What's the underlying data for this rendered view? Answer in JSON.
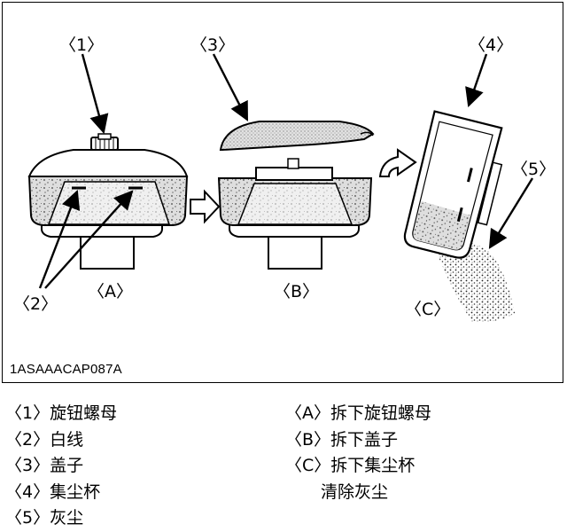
{
  "figure": {
    "code": "1ASAAACAP087A",
    "callouts": {
      "c1": "〈1〉",
      "c2": "〈2〉",
      "c3": "〈3〉",
      "c4": "〈4〉",
      "c5": "〈5〉"
    },
    "panels": {
      "a": "〈A〉",
      "b": "〈B〉",
      "c": "〈C〉"
    }
  },
  "legend": {
    "parts": [
      {
        "key": "〈1〉",
        "text": "旋钮螺母"
      },
      {
        "key": "〈2〉",
        "text": "白线"
      },
      {
        "key": "〈3〉",
        "text": "盖子"
      },
      {
        "key": "〈4〉",
        "text": "集尘杯"
      },
      {
        "key": "〈5〉",
        "text": "灰尘"
      }
    ],
    "steps": [
      {
        "key": "〈A〉",
        "text": "拆下旋钮螺母"
      },
      {
        "key": "〈B〉",
        "text": "拆下盖子"
      },
      {
        "key": "〈C〉",
        "text": "拆下集尘杯",
        "continuation": "清除灰尘"
      }
    ]
  }
}
